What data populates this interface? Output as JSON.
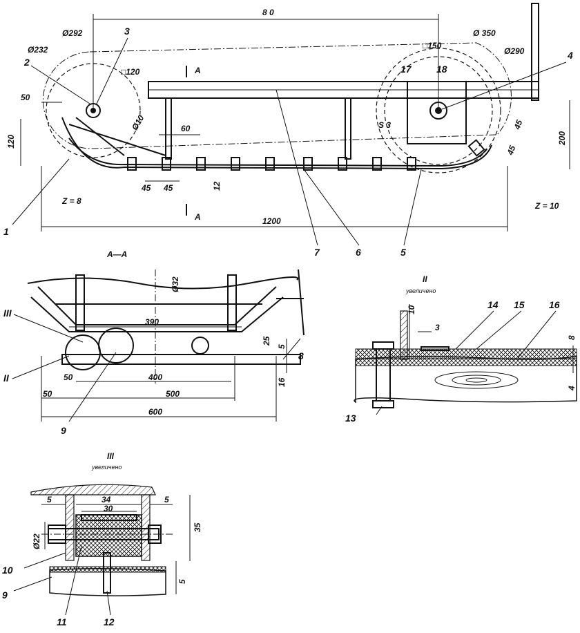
{
  "top_view": {
    "dims": {
      "d80": "8 0",
      "d292": "Ø292",
      "d232": "Ø232",
      "d350": "Ø 350",
      "d290": "Ø290",
      "d10": "Ø10",
      "d50": "50",
      "d120": "120",
      "sq120": "□120",
      "sq150": "□150",
      "d60": "60",
      "d45a": "45",
      "d45b": "45",
      "d12": "12",
      "d45r1": "45",
      "d45r2": "45",
      "d200": "200",
      "d1200": "1200",
      "s3": "S 3",
      "z8": "Z = 8",
      "z10": "Z = 10",
      "cutA1": "A",
      "cutA2": "A"
    },
    "callouts": [
      "1",
      "2",
      "3",
      "4",
      "5",
      "6",
      "7",
      "17",
      "18"
    ]
  },
  "section_aa": {
    "title": "А—А",
    "dims": {
      "d32": "Ø32",
      "d390": "390",
      "d25": "25",
      "d5": "5",
      "d16": "16",
      "d50a": "50",
      "d400": "400",
      "d50b": "50",
      "d500": "500",
      "d600": "600"
    },
    "markers": [
      "III",
      "II"
    ],
    "callouts": [
      "8",
      "9"
    ]
  },
  "detail_ii": {
    "title": "II",
    "subtitle": "увеличено",
    "dims": {
      "d10": "10",
      "d3": "3",
      "d8": "8",
      "d4": "4"
    },
    "callouts": [
      "13",
      "14",
      "15",
      "16"
    ]
  },
  "detail_iii": {
    "title": "III",
    "subtitle": "увеличено",
    "dims": {
      "d5a": "5",
      "d34": "34",
      "d5b": "5",
      "d30": "30",
      "d22": "Ø22",
      "d35": "35",
      "d5c": "5"
    },
    "callouts": [
      "9",
      "10",
      "11",
      "12"
    ]
  }
}
